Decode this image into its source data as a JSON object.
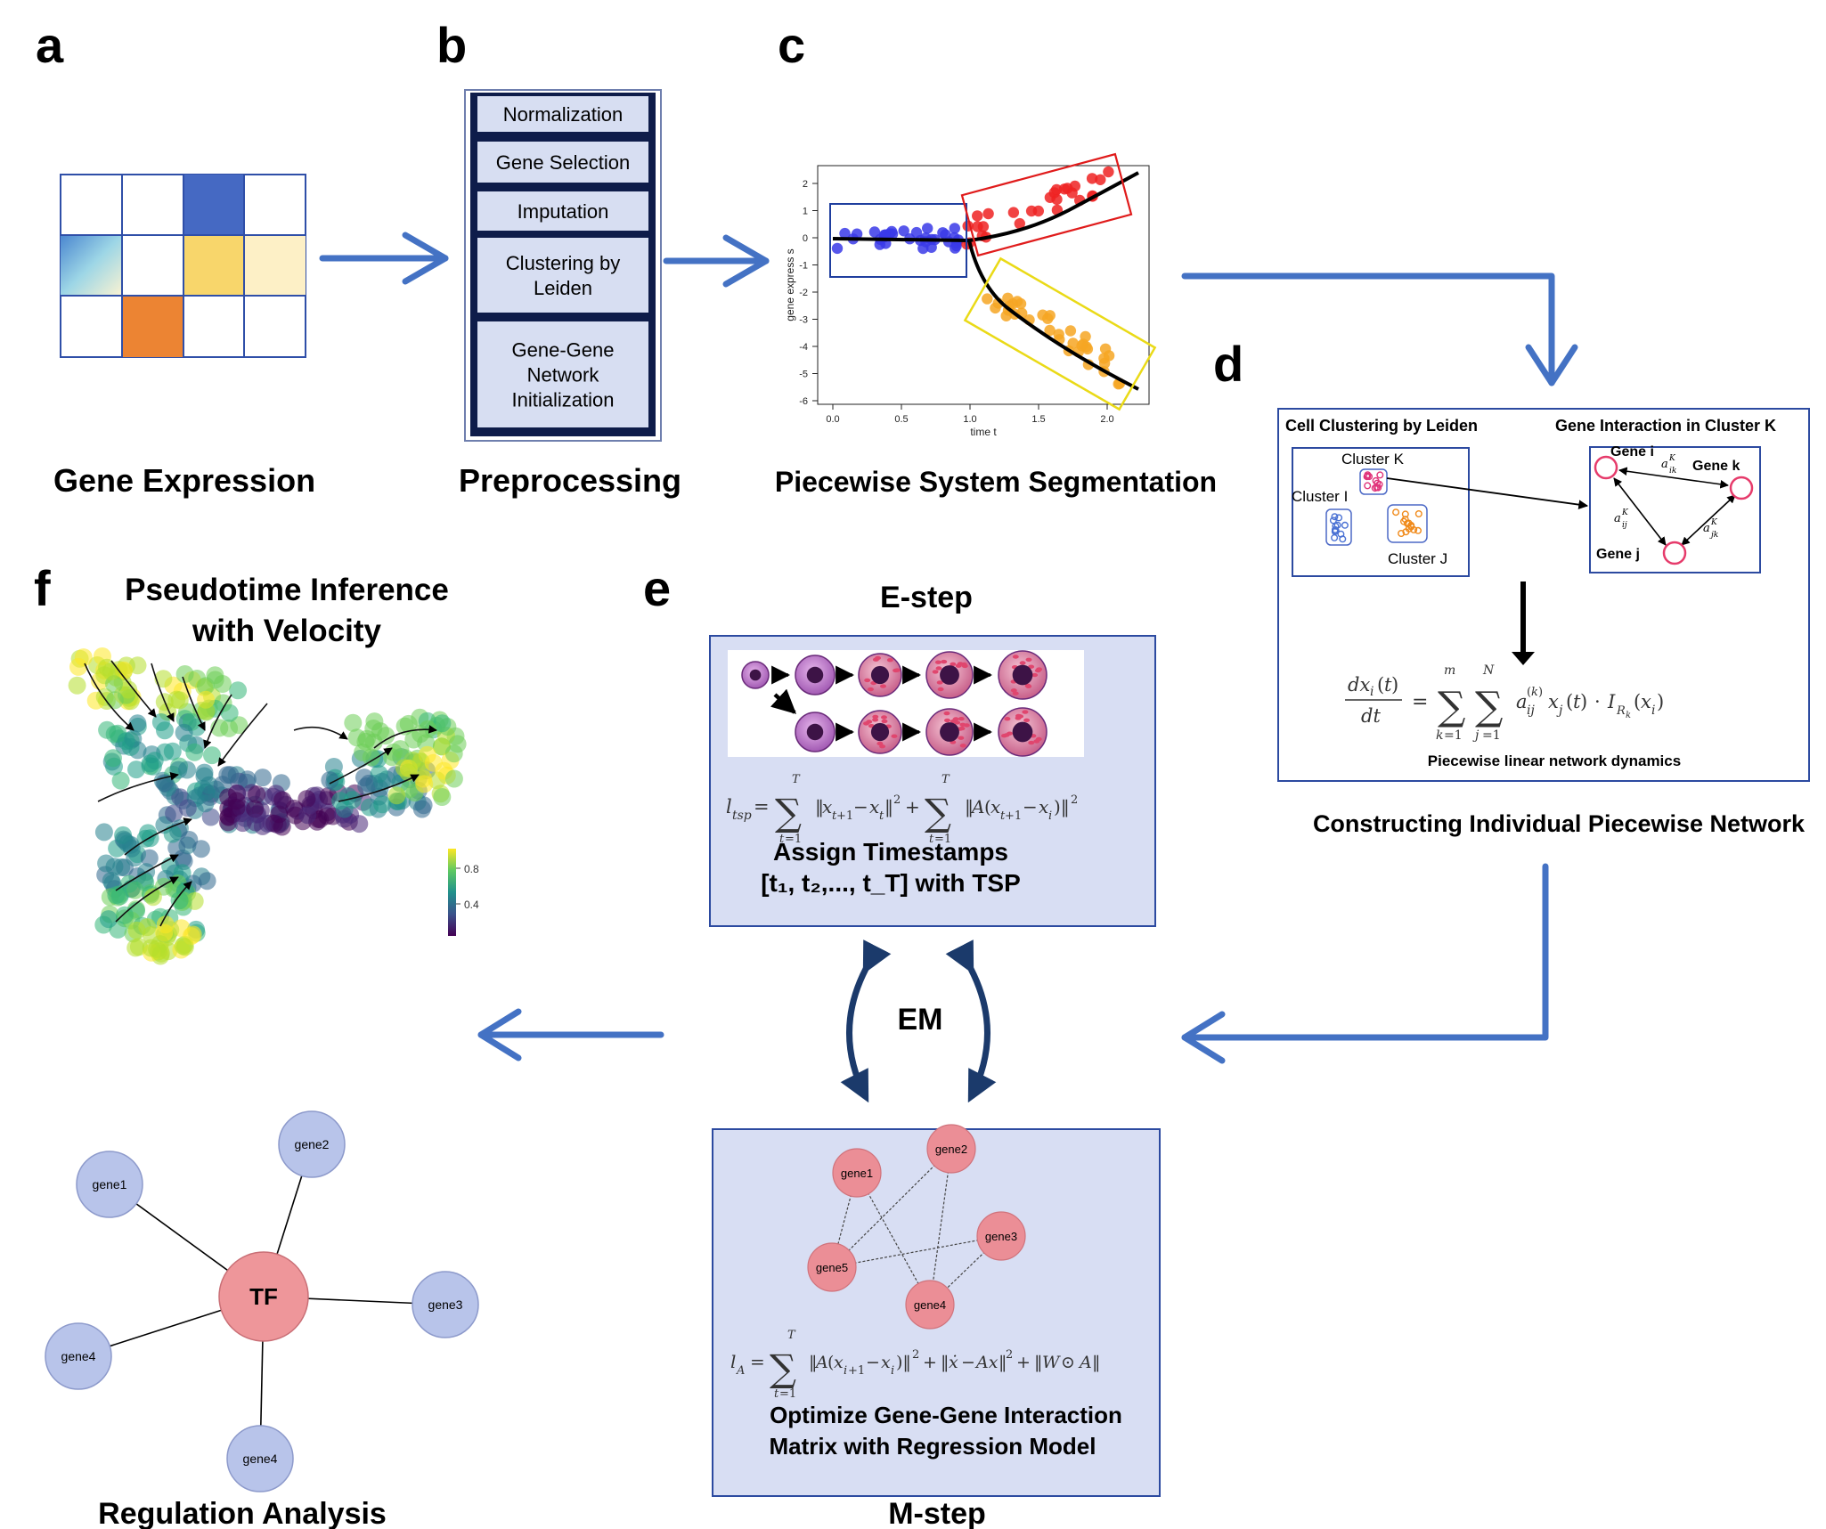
{
  "panel_letters": {
    "a": "a",
    "b": "b",
    "c": "c",
    "d": "d",
    "e": "e",
    "f": "f"
  },
  "panel_a": {
    "title": "Gene Expression",
    "colors": {
      "blue": "#4569C3",
      "yellow": "#F8D66B",
      "pale_yellow": "#FDF0C6",
      "orange": "#EC8433",
      "grid": "#2F4FA8"
    }
  },
  "panel_b": {
    "title": "Preprocessing",
    "steps": [
      "Normalization",
      "Gene Selection",
      "Imputation",
      "Clustering by|Leiden",
      "Gene-Gene|Network|Initialization"
    ],
    "colors": {
      "fill": "#D7DEF2",
      "border": "#0E1C4A"
    }
  },
  "panel_c": {
    "title": "Piecewise System Segmentation",
    "xlabel": "time t",
    "ylabel": "gene express s",
    "xticks": [
      "0.0",
      "0.5",
      "1.0",
      "1.5",
      "2.0"
    ],
    "yticks": [
      "2",
      "1",
      "0",
      "-1",
      "-2",
      "-3",
      "-4",
      "-5",
      "-6"
    ],
    "colors": {
      "blue": "#3A3AE8",
      "red": "#EE2222",
      "orange": "#F6A623",
      "blue_box": "#1F3E9E",
      "red_box": "#E01B1B",
      "yellow_box": "#EADA17"
    }
  },
  "panel_d": {
    "left_title": "Cell Clustering by Leiden",
    "right_title": "Gene Interaction in Cluster K",
    "cluster_k": "Cluster K",
    "cluster_i": "Cluster I",
    "cluster_j": "Cluster J",
    "gene_i": "Gene i",
    "gene_k": "Gene k",
    "gene_j": "Gene j",
    "equation_caption": "Piecewise linear network dynamics",
    "title": "Constructing Individual Piecewise Network"
  },
  "panel_e": {
    "estep_title": "E-step",
    "estep_line1": "Assign Timestamps",
    "estep_line2": "[t₁, t₂,..., t_T] with TSP",
    "em_label": "EM",
    "mstep_line1": "Optimize Gene-Gene Interaction",
    "mstep_line2": "Matrix with Regression Model",
    "mstep_title": "M-step",
    "nodes": [
      "gene1",
      "gene2",
      "gene3",
      "gene4",
      "gene5"
    ],
    "colors": {
      "box_fill": "#D8DEF3",
      "box_border": "#2C4AA0",
      "node": "#EB8E96"
    }
  },
  "panel_f": {
    "title_line1": "Pseudotime Inference",
    "title_line2": "with Velocity",
    "colorbar_ticks": [
      "0.8",
      "0.4"
    ]
  },
  "regulation": {
    "title": "Regulation Analysis",
    "hub": "TF",
    "targets": [
      "gene1",
      "gene2",
      "gene3",
      "gene4",
      "gene4"
    ],
    "colors": {
      "hub": "#EE969A",
      "target": "#B8C4EA"
    }
  },
  "arrow_color": "#4472C4"
}
